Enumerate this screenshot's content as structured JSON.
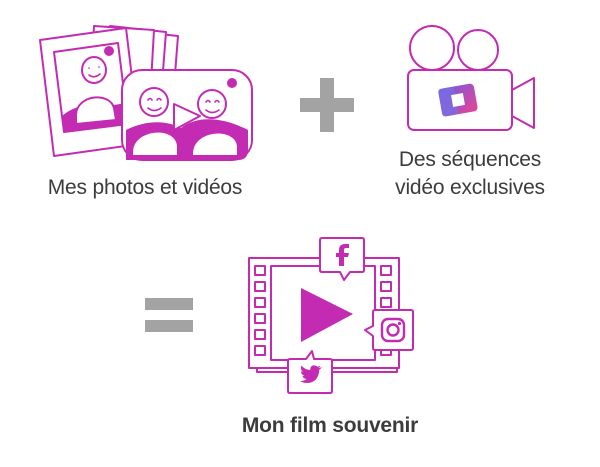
{
  "labels": {
    "photos": "Mes photos et vidéos",
    "sequences_line1": "Des séquences",
    "sequences_line2": "vidéo exclusives",
    "result": "Mon film souvenir"
  },
  "icons": {
    "photos": "photos-and-videos-icon",
    "camera": "movie-camera-icon",
    "plus": "plus-operator-icon",
    "equals": "equals-operator-icon",
    "film": "film-strip-play-icon",
    "facebook": "facebook-icon",
    "instagram": "instagram-icon",
    "twitter": "twitter-icon"
  },
  "colors": {
    "accent": "#c42bb3",
    "text": "#3c3c3c",
    "operator": "#a3a3a3",
    "gradient_start": "#6c5ce7",
    "gradient_end": "#e84393"
  }
}
